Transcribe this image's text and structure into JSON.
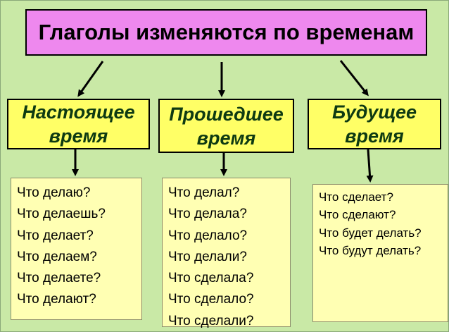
{
  "title": "Глаголы изменяются по временам",
  "colors": {
    "background": "#c9e9a6",
    "title_fill": "#ee88ee",
    "tense_fill": "#ffff66",
    "tense_text": "#0e3a12",
    "list_fill": "#ffffb3"
  },
  "tenses": [
    {
      "name_line1": "Настоящее",
      "name_line2": "время",
      "questions": [
        "Что делаю?",
        "Что делаешь?",
        "Что делает?",
        "Что делаем?",
        "Что делаете?",
        "Что делают?"
      ]
    },
    {
      "name_line1": "Прошедшее",
      "name_line2": "время",
      "questions": [
        "Что делал?",
        "Что делала?",
        "Что делало?",
        "Что делали?",
        "Что сделала?",
        "Что сделало?",
        "Что сделали?"
      ]
    },
    {
      "name_line1": "Будущее",
      "name_line2": "время",
      "questions": [
        "Что сделает?",
        "Что сделают?",
        "Что будет делать?",
        "Что будут делать?"
      ]
    }
  ]
}
